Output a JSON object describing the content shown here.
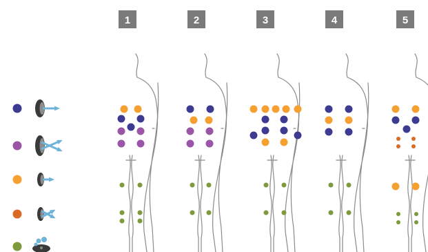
{
  "colors": {
    "navy": "#3d3a92",
    "purple": "#9a55a6",
    "orange": "#f5a030",
    "dark_orange": "#d96b26",
    "olive": "#7d9a3c",
    "badge_bg": "#7a7a7a",
    "badge_text": "#ffffff",
    "outline": "#8a8a8a",
    "icon_dark": "#3a3a3a",
    "icon_gray": "#8c8c8c",
    "arrow": "#6fb3d8"
  },
  "legend": [
    {
      "dot_color": "navy",
      "icon": "single-arrow-wide-icon"
    },
    {
      "dot_color": "purple",
      "icon": "split-arrow-wide-icon"
    },
    {
      "dot_color": "orange",
      "icon": "single-arrow-small-icon"
    },
    {
      "dot_color": "dark_orange",
      "icon": "split-arrow-small-icon"
    },
    {
      "dot_color": "olive",
      "icon": "bubbles-icon"
    }
  ],
  "panels": [
    {
      "label": "1"
    },
    {
      "label": "2"
    },
    {
      "label": "3"
    },
    {
      "label": "4"
    },
    {
      "label": "5"
    }
  ]
}
